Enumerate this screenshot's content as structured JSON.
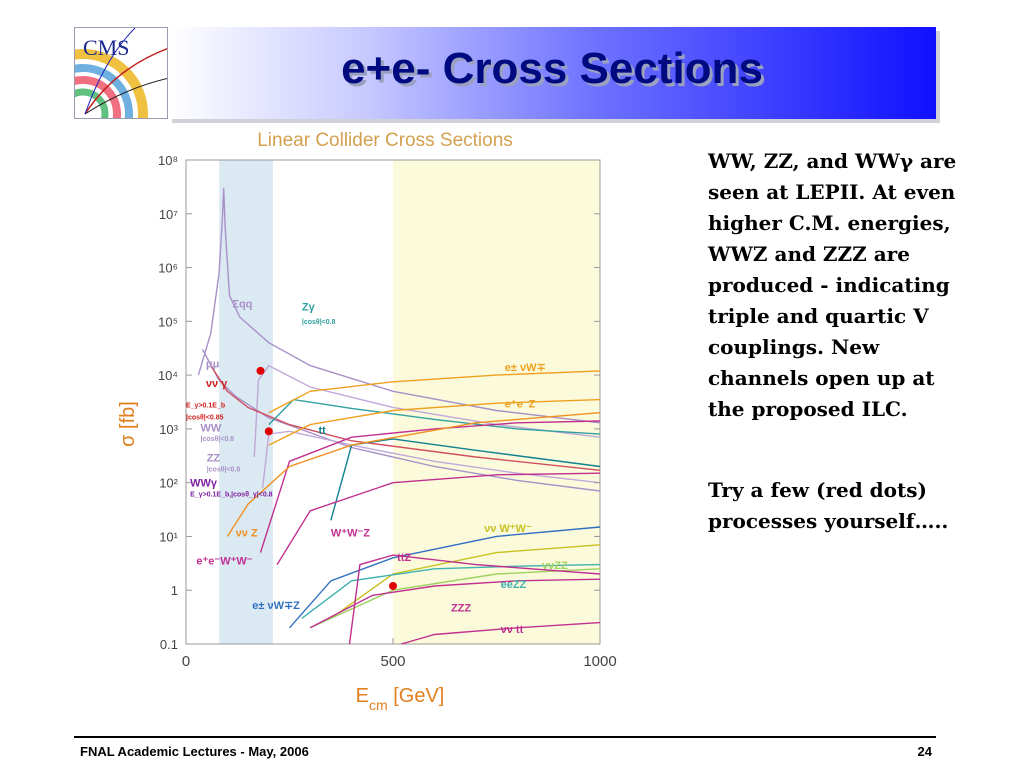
{
  "slide": {
    "title": "e+e- Cross Sections",
    "logo_text": "CMS",
    "body_p1": "WW, ZZ, and WWγ are seen at LEPII. At even higher C.M. energies, WWZ and ZZZ are produced - indicating triple and quartic V couplings. New channels open up at the proposed ILC.",
    "body_p2": "Try a few (red dots) processes yourself…..",
    "footer_left": "FNAL Academic Lectures - May, 2006",
    "footer_right": "24"
  },
  "colors": {
    "title": "#000a80",
    "header_end": "#1010ff",
    "lep_band": "#dbe9f3",
    "ilc_band": "#fbfbdc",
    "red_dot": "#e00000",
    "chart_title": "#d4a050"
  },
  "chart_data": {
    "type": "line",
    "title": "Linear Collider Cross Sections",
    "xlabel": "E_cm [GeV]",
    "ylabel": "σ [fb]",
    "xlim": [
      0,
      1000
    ],
    "ylim": [
      0.1,
      100000000
    ],
    "yscale": "log",
    "grid": false,
    "x_ticks": [
      {
        "v": 0,
        "label": "0"
      },
      {
        "v": 500,
        "label": "500"
      },
      {
        "v": 1000,
        "label": "1000"
      }
    ],
    "y_ticks": [
      {
        "v": 0.1,
        "label": "0.1"
      },
      {
        "v": 1,
        "label": "1"
      },
      {
        "v": 10,
        "label": "10¹"
      },
      {
        "v": 100,
        "label": "10²"
      },
      {
        "v": 1000,
        "label": "10³"
      },
      {
        "v": 10000,
        "label": "10⁴"
      },
      {
        "v": 100000,
        "label": "10⁵"
      },
      {
        "v": 1000000,
        "label": "10⁶"
      },
      {
        "v": 10000000,
        "label": "10⁷"
      },
      {
        "v": 100000000,
        "label": "10⁸"
      }
    ],
    "bands": [
      {
        "x0": 80,
        "x1": 210,
        "color": "#dbe9f3"
      },
      {
        "x0": 500,
        "x1": 1000,
        "color": "#fbfbdc"
      }
    ],
    "series": [
      {
        "color": "#a890c8",
        "points": [
          [
            30,
            10000
          ],
          [
            60,
            60000
          ],
          [
            80,
            800000
          ],
          [
            88,
            8000000
          ],
          [
            91,
            30000000
          ],
          [
            95,
            5000000
          ],
          [
            105,
            300000
          ],
          [
            130,
            120000
          ],
          [
            200,
            40000
          ],
          [
            300,
            15000
          ],
          [
            500,
            5000
          ],
          [
            750,
            2200
          ],
          [
            1000,
            1300
          ]
        ]
      },
      {
        "color": "#a890c8",
        "points": [
          [
            40,
            30000
          ],
          [
            80,
            8000
          ],
          [
            120,
            4000
          ],
          [
            200,
            1600
          ],
          [
            400,
            450
          ],
          [
            600,
            200
          ],
          [
            800,
            110
          ],
          [
            1000,
            70
          ]
        ]
      },
      {
        "color": "#c0a8d8",
        "points": [
          [
            165,
            300
          ],
          [
            175,
            8000
          ],
          [
            200,
            15000
          ],
          [
            300,
            6000
          ],
          [
            500,
            2500
          ],
          [
            750,
            1200
          ],
          [
            1000,
            700
          ]
        ]
      },
      {
        "color": "#c0a8d8",
        "points": [
          [
            185,
            80
          ],
          [
            200,
            800
          ],
          [
            250,
            900
          ],
          [
            400,
            500
          ],
          [
            600,
            250
          ],
          [
            800,
            150
          ],
          [
            1000,
            100
          ]
        ]
      },
      {
        "color": "#d05060",
        "points": [
          [
            60,
            15000
          ],
          [
            100,
            5000
          ],
          [
            150,
            2500
          ],
          [
            250,
            1200
          ],
          [
            400,
            600
          ],
          [
            700,
            300
          ],
          [
            1000,
            170
          ]
        ]
      },
      {
        "color": "#30a0a0",
        "points": [
          [
            200,
            1200
          ],
          [
            260,
            3500
          ],
          [
            400,
            2400
          ],
          [
            600,
            1500
          ],
          [
            800,
            1000
          ],
          [
            1000,
            800
          ]
        ]
      },
      {
        "color": "#108090",
        "points": [
          [
            350,
            20
          ],
          [
            400,
            500
          ],
          [
            500,
            650
          ],
          [
            700,
            400
          ],
          [
            1000,
            200
          ]
        ]
      },
      {
        "color": "#f0a020",
        "points": [
          [
            200,
            2000
          ],
          [
            300,
            5000
          ],
          [
            500,
            7500
          ],
          [
            750,
            10000
          ],
          [
            1000,
            12000
          ]
        ]
      },
      {
        "color": "#f0a020",
        "points": [
          [
            200,
            500
          ],
          [
            300,
            1200
          ],
          [
            500,
            2200
          ],
          [
            750,
            3000
          ],
          [
            1000,
            3500
          ]
        ]
      },
      {
        "color": "#c03090",
        "points": [
          [
            180,
            5
          ],
          [
            250,
            250
          ],
          [
            400,
            700
          ],
          [
            600,
            1000
          ],
          [
            800,
            1300
          ],
          [
            1000,
            1400
          ]
        ]
      },
      {
        "color": "#f09020",
        "points": [
          [
            100,
            10
          ],
          [
            150,
            40
          ],
          [
            250,
            200
          ],
          [
            400,
            500
          ],
          [
            700,
            1300
          ],
          [
            1000,
            2000
          ]
        ]
      },
      {
        "color": "#c03090",
        "points": [
          [
            220,
            3
          ],
          [
            300,
            30
          ],
          [
            500,
            100
          ],
          [
            750,
            140
          ],
          [
            1000,
            150
          ]
        ]
      },
      {
        "color": "#3070c0",
        "points": [
          [
            250,
            0.2
          ],
          [
            350,
            1.5
          ],
          [
            500,
            4
          ],
          [
            750,
            10
          ],
          [
            1000,
            15
          ]
        ]
      },
      {
        "color": "#c8c020",
        "points": [
          [
            350,
            0.3
          ],
          [
            500,
            2
          ],
          [
            750,
            5
          ],
          [
            1000,
            7
          ]
        ]
      },
      {
        "color": "#40b0b0",
        "points": [
          [
            280,
            0.3
          ],
          [
            400,
            1.5
          ],
          [
            600,
            2.5
          ],
          [
            800,
            2.8
          ],
          [
            1000,
            3
          ]
        ]
      },
      {
        "color": "#a0d060",
        "points": [
          [
            300,
            0.2
          ],
          [
            500,
            1
          ],
          [
            750,
            2
          ],
          [
            1000,
            2.5
          ]
        ]
      },
      {
        "color": "#c03090",
        "points": [
          [
            300,
            0.2
          ],
          [
            450,
            0.8
          ],
          [
            600,
            1.2
          ],
          [
            800,
            1.5
          ],
          [
            1000,
            1.6
          ]
        ]
      },
      {
        "color": "#c03090",
        "points": [
          [
            520,
            0.1
          ],
          [
            600,
            0.15
          ],
          [
            800,
            0.2
          ],
          [
            1000,
            0.25
          ]
        ]
      },
      {
        "color": "#c03090",
        "points": [
          [
            395,
            0.1
          ],
          [
            420,
            3
          ],
          [
            500,
            4.5
          ],
          [
            700,
            3
          ],
          [
            1000,
            2
          ]
        ]
      }
    ],
    "red_dots": [
      {
        "x": 180,
        "y": 12000
      },
      {
        "x": 200,
        "y": 900
      },
      {
        "x": 500,
        "y": 1.2
      }
    ],
    "labels": [
      {
        "x": 112,
        "y": 180000,
        "text": "Σqq",
        "color": "#a890c8",
        "size": 11
      },
      {
        "x": 48,
        "y": 14000,
        "text": "μμ",
        "color": "#a890c8",
        "size": 11
      },
      {
        "x": 48,
        "y": 6000,
        "text": "νν γ",
        "color": "#d02020",
        "size": 11
      },
      {
        "x": 0,
        "y": 2500,
        "text": "E_γ>0.1E_b",
        "color": "#d02020",
        "size": 7
      },
      {
        "x": 0,
        "y": 1500,
        "text": "|cosθ|<0.85",
        "color": "#d02020",
        "size": 7
      },
      {
        "x": 35,
        "y": 900,
        "text": "WW",
        "color": "#a890c8",
        "size": 11
      },
      {
        "x": 35,
        "y": 600,
        "text": "|cosθ|<0.8",
        "color": "#a890c8",
        "size": 7
      },
      {
        "x": 50,
        "y": 250,
        "text": "ZZ",
        "color": "#a890c8",
        "size": 11
      },
      {
        "x": 50,
        "y": 160,
        "text": "|cosθ|<0.8",
        "color": "#a890c8",
        "size": 7
      },
      {
        "x": 10,
        "y": 85,
        "text": "WWγ",
        "color": "#8020a0",
        "size": 11
      },
      {
        "x": 10,
        "y": 55,
        "text": "E_γ>0.1E_b,|cosθ_γ|<0.8",
        "color": "#8020a0",
        "size": 7
      },
      {
        "x": 280,
        "y": 160000,
        "text": "Zγ",
        "color": "#30a0a0",
        "size": 11
      },
      {
        "x": 280,
        "y": 90000,
        "text": "|cosθ|<0.8",
        "color": "#30a0a0",
        "size": 7
      },
      {
        "x": 320,
        "y": 800,
        "text": "tt",
        "color": "#108090",
        "size": 11
      },
      {
        "x": 770,
        "y": 12000,
        "text": "e± νW∓",
        "color": "#f0a020",
        "size": 11
      },
      {
        "x": 770,
        "y": 2500,
        "text": "e⁺e⁻Z",
        "color": "#f0a020",
        "size": 11
      },
      {
        "x": 120,
        "y": 10,
        "text": "νν Z",
        "color": "#f09020",
        "size": 11
      },
      {
        "x": 25,
        "y": 3,
        "text": "e⁺e⁻W⁺W⁻",
        "color": "#c03090",
        "size": 11
      },
      {
        "x": 350,
        "y": 10,
        "text": "W⁺W⁻Z",
        "color": "#c03090",
        "size": 11
      },
      {
        "x": 510,
        "y": 3.5,
        "text": "ttZ",
        "color": "#c03090",
        "size": 11
      },
      {
        "x": 720,
        "y": 12,
        "text": "νν W⁺W⁻",
        "color": "#c8c020",
        "size": 11
      },
      {
        "x": 860,
        "y": 2.5,
        "text": "ννZZ",
        "color": "#a0d060",
        "size": 11
      },
      {
        "x": 760,
        "y": 1.1,
        "text": "eeZZ",
        "color": "#40b0b0",
        "size": 11
      },
      {
        "x": 640,
        "y": 0.4,
        "text": "ZZZ",
        "color": "#c03090",
        "size": 11
      },
      {
        "x": 760,
        "y": 0.16,
        "text": "νν tt",
        "color": "#c03090",
        "size": 11
      },
      {
        "x": 160,
        "y": 0.45,
        "text": "e± νW∓Z",
        "color": "#3070c0",
        "size": 11
      }
    ]
  }
}
